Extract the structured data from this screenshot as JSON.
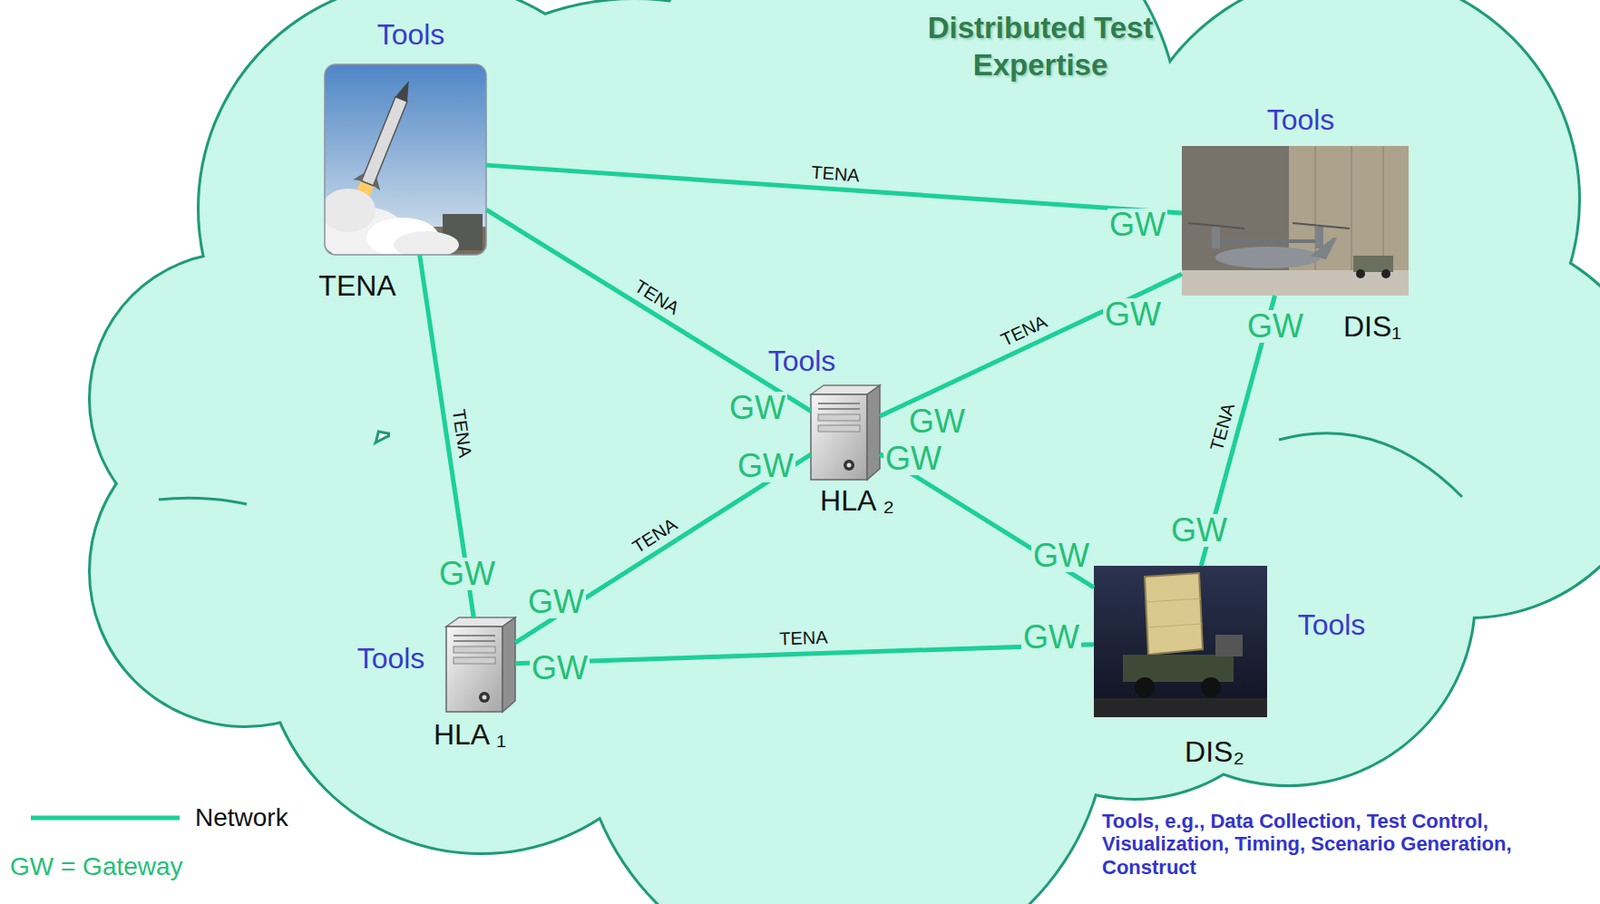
{
  "diagram": {
    "title": "Distributed Test Expertise",
    "nodes": [
      {
        "text": [
          "Tools",
          "TENA"
        ]
      },
      {
        "text": [
          "Tools",
          "DIS₁"
        ]
      },
      {
        "text": [
          "Tools",
          "HLA ₂"
        ]
      },
      {
        "text": [
          "Tools",
          "DIS₂"
        ]
      },
      {
        "text": [
          "Tools",
          "HLA ₁"
        ]
      }
    ],
    "edges": [
      {
        "from": 0,
        "to": 1,
        "arrow": "none",
        "label": "TENA"
      },
      {
        "from": 0,
        "to": 2,
        "arrow": "none",
        "label": "TENA"
      },
      {
        "from": 0,
        "to": 4,
        "arrow": "none",
        "label": "TENA"
      },
      {
        "from": 2,
        "to": 1,
        "arrow": "none",
        "label": "TENA"
      },
      {
        "from": 4,
        "to": 2,
        "arrow": "none",
        "label": "TENA"
      },
      {
        "from": 2,
        "to": 3,
        "arrow": "none"
      },
      {
        "from": 1,
        "to": 3,
        "arrow": "none",
        "label": "TENA"
      },
      {
        "from": 4,
        "to": 3,
        "arrow": "none",
        "label": "TENA"
      }
    ],
    "labels": [
      "GW",
      "GW",
      "GW",
      "GW",
      "GW",
      "GW",
      "GW",
      "GW",
      "GW",
      "GW",
      "GW",
      "GW",
      "GW",
      "GW = Gateway",
      "Tools, e.g., Data Collection, Test Control, Visualization, Timing, Scenario Generation, Construct"
    ],
    "legend": [
      {
        "text": "Network"
      }
    ]
  }
}
